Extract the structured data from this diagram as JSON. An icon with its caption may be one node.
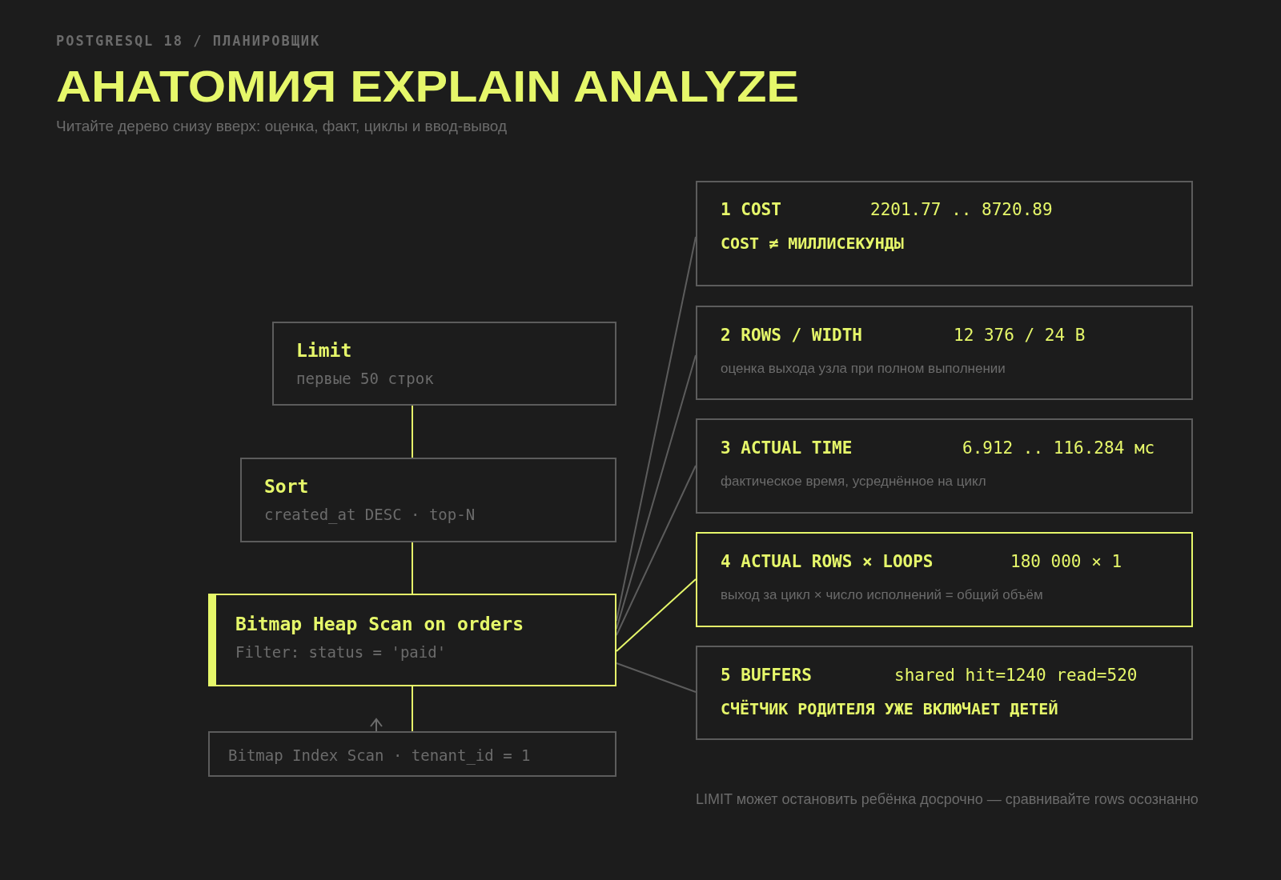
{
  "diagram": {
    "title": "АНАТОМИЯ EXPLAIN ANALYZE",
    "nodes": [
      {
        "text": [
          "Limit",
          "первые 50 строк"
        ]
      },
      {
        "text": [
          "Sort",
          "created_at DESC · top-N"
        ]
      },
      {
        "text": [
          "Bitmap Heap Scan on orders",
          "Filter: status = 'paid'"
        ]
      },
      {
        "text": [
          "Bitmap Index Scan · tenant_id = 1"
        ]
      },
      {
        "text": [
          "1 COST",
          "2201.77 .. 8720.89",
          "COST ≠ МИЛЛИСЕКУНДЫ"
        ]
      },
      {
        "text": [
          "2 ROWS / WIDTH",
          "12 376 / 24 B",
          "оценка выхода узла при полном выполнении"
        ]
      },
      {
        "text": [
          "3 ACTUAL TIME",
          "6.912 .. 116.284 мс",
          "фактическое время, усреднённое на цикл"
        ]
      },
      {
        "text": [
          "4 ACTUAL ROWS × LOOPS",
          "180 000 × 1",
          "выход за цикл × число исполнений = общий объём"
        ]
      },
      {
        "text": [
          "5 BUFFERS",
          "shared hit=1240 read=520",
          "СЧЁТЧИК РОДИТЕЛЯ УЖЕ ВКЛЮЧАЕТ ДЕТЕЙ"
        ]
      }
    ],
    "edges": [
      {
        "from": 0,
        "to": 1,
        "arrow": "none"
      },
      {
        "from": 1,
        "to": 2,
        "arrow": "none"
      },
      {
        "from": 2,
        "to": 3,
        "arrow": "none"
      },
      {
        "from": 2,
        "to": 4,
        "arrow": "none",
        "color": "#5c5c5c"
      },
      {
        "from": 2,
        "to": 5,
        "arrow": "none",
        "color": "#5c5c5c"
      },
      {
        "from": 2,
        "to": 6,
        "arrow": "none",
        "color": "#5c5c5c"
      },
      {
        "from": 2,
        "to": 7,
        "arrow": "none"
      },
      {
        "from": 2,
        "to": 8,
        "arrow": "none",
        "color": "#5c5c5c"
      }
    ],
    "labels": [
      "POSTGRESQL 18 / ПЛАНИРОВЩИК",
      "Читайте дерево снизу вверх: оценка, факт, циклы и ввод-вывод",
      "LIMIT может остановить ребёнка досрочно — сравнивайте rows осознанно"
    ]
  }
}
